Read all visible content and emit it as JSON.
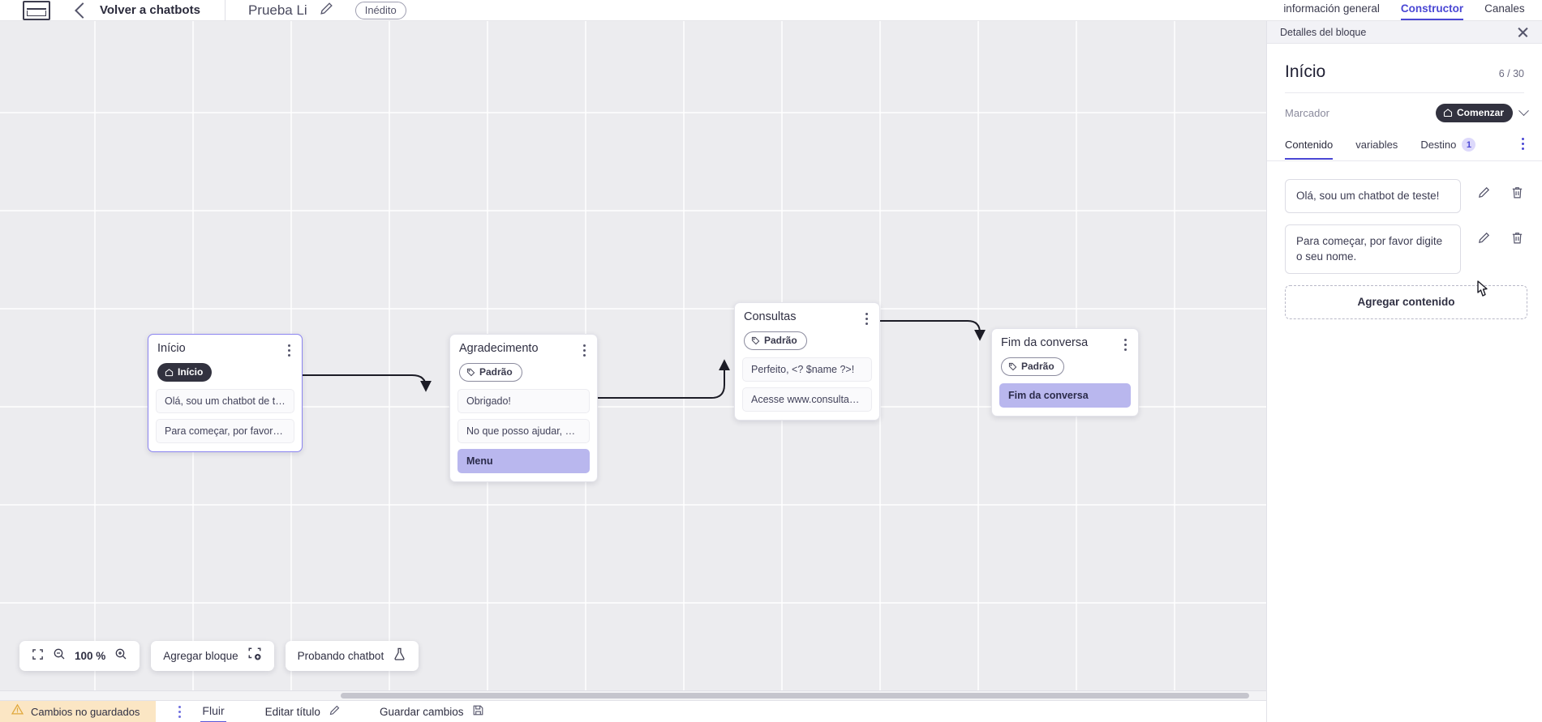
{
  "header": {
    "logo_icon": "via-logo-icon",
    "back_label": "Volver a chatbots",
    "back_icon": "chevron-left-icon",
    "bot_name": "Prueba Li",
    "edit_icon": "pencil-icon",
    "status_badge": "Inédito"
  },
  "app_tabs": [
    {
      "label": "información general",
      "active": false
    },
    {
      "label": "Constructor",
      "active": true
    },
    {
      "label": "Canales",
      "active": false
    }
  ],
  "canvas": {
    "zoom_level": "100 %",
    "fit_icon": "fit-screen-icon",
    "zoom_out_icon": "zoom-out-icon",
    "zoom_in_icon": "zoom-in-icon",
    "add_block_label": "Agregar bloque",
    "add_block_icon": "add-block-icon",
    "test_chatbot_label": "Probando chatbot",
    "test_chatbot_icon": "flask-icon",
    "nodes": [
      {
        "id": "inicio",
        "title": "Início",
        "badge": {
          "label": "Início",
          "icon": "home-icon",
          "style": "dark"
        },
        "selected": true,
        "messages": [
          {
            "text": "Olá, sou um chatbot de teste!",
            "accent": false
          },
          {
            "text": "Para começar, por favor digite o ...",
            "accent": false
          }
        ]
      },
      {
        "id": "agradecimento",
        "title": "Agradecimento",
        "badge": {
          "label": "Padrão",
          "icon": "tag-icon",
          "style": "outline"
        },
        "selected": false,
        "messages": [
          {
            "text": "Obrigado!",
            "accent": false
          },
          {
            "text": "No que posso ajudar, <? $name ...",
            "accent": false
          },
          {
            "text": "Menu",
            "accent": true
          }
        ]
      },
      {
        "id": "consultas",
        "title": "Consultas",
        "badge": {
          "label": "Padrão",
          "icon": "tag-icon",
          "style": "outline"
        },
        "selected": false,
        "messages": [
          {
            "text": "Perfeito, <? $name ?>!",
            "accent": false
          },
          {
            "text": "Acesse www.consultas.com par...",
            "accent": false
          }
        ]
      },
      {
        "id": "fim",
        "title": "Fim da conversa",
        "badge": {
          "label": "Padrão",
          "icon": "tag-icon",
          "style": "outline"
        },
        "selected": false,
        "messages": [
          {
            "text": "Fim da conversa",
            "accent": true
          }
        ]
      }
    ]
  },
  "statusbar": {
    "unsaved_label": "Cambios no guardados",
    "warning_icon": "warning-triangle-icon",
    "kebab_icon": "more-vertical-icon",
    "flow_tab": "Fluir",
    "edit_title_label": "Editar título",
    "edit_title_icon": "pencil-icon",
    "save_label": "Guardar cambios",
    "save_icon": "save-disk-icon"
  },
  "panel": {
    "topbar_title": "Detalles del bloque",
    "close_icon": "close-icon",
    "block_title": "Início",
    "counter": "6 / 30",
    "marker_label": "Marcador",
    "marker_value": "Comenzar",
    "marker_icon": "home-icon",
    "marker_chevron": "chevron-down-icon",
    "tabs": [
      {
        "label": "Contenido",
        "active": true,
        "count": null
      },
      {
        "label": "variables",
        "active": false,
        "count": null
      },
      {
        "label": "Destino",
        "active": false,
        "count": "1"
      }
    ],
    "tabs_kebab": "more-vertical-icon",
    "contents": [
      {
        "text": "Olá, sou um chatbot de teste!",
        "edit_icon": "pencil-icon",
        "delete_icon": "trash-icon"
      },
      {
        "text": "Para começar, por favor digite o seu nome.",
        "edit_icon": "pencil-icon",
        "delete_icon": "trash-icon"
      }
    ],
    "add_content_label": "Agregar contenido"
  },
  "colors": {
    "accent": "#4a47d4",
    "node_accent_msg": "#b9b7ee",
    "canvas_bg": "#ececef",
    "warning_bg": "#fbe6c4",
    "dark_badge": "#32323f"
  }
}
